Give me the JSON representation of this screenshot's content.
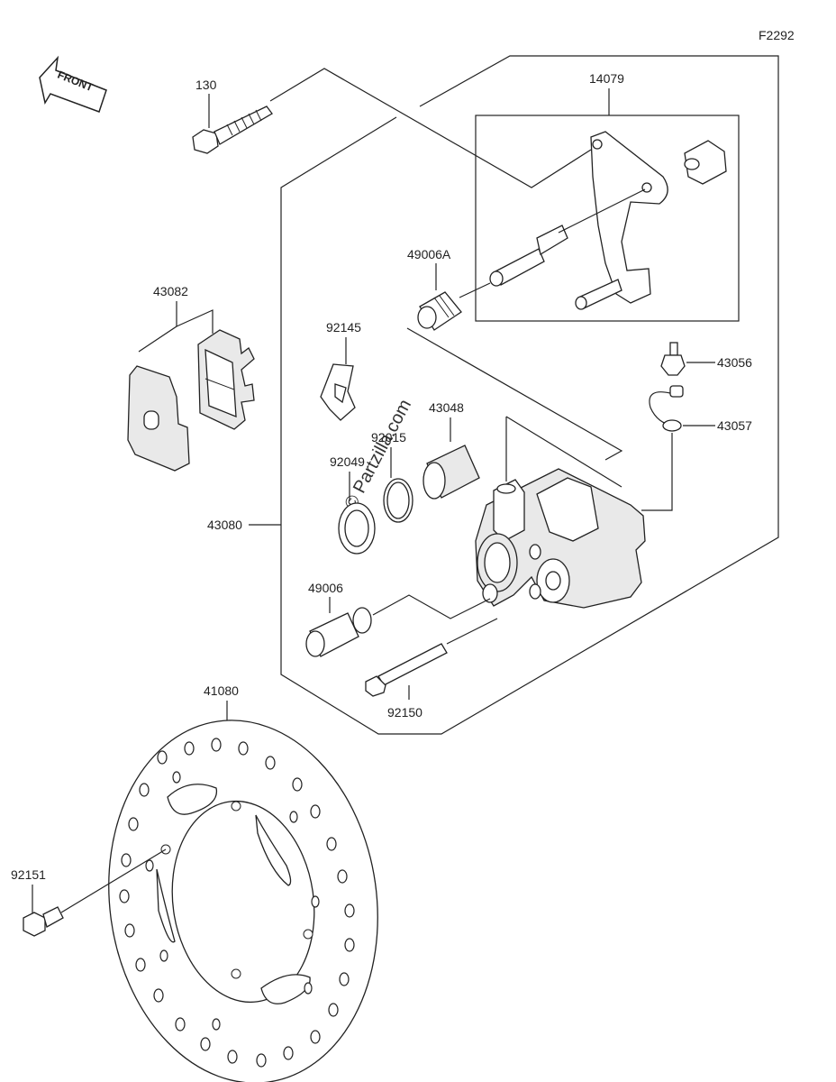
{
  "figure_code": "F2292",
  "front_label": "FRONT",
  "watermark": "© Partzilla.com",
  "part_numbers": {
    "p130": "130",
    "p14079": "14079",
    "p49006A": "49006A",
    "p43082": "43082",
    "p92145": "92145",
    "p43056": "43056",
    "p43057": "43057",
    "p43048": "43048",
    "p92015": "92015",
    "p92049": "92049",
    "p43080": "43080",
    "p49006": "49006",
    "p92150": "92150",
    "p41080": "41080",
    "p92151": "92151"
  }
}
